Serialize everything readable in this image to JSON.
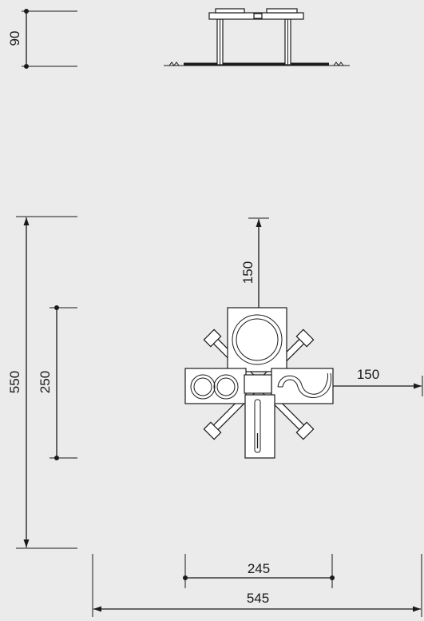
{
  "drawing": {
    "background": "#ebebeb",
    "line_color": "#1a1a1a",
    "dimensions": {
      "elevation_height": "90",
      "overall_depth": "550",
      "equipment_depth": "250",
      "top_clearance": "150",
      "right_clearance": "150",
      "equipment_width": "245",
      "overall_width": "545"
    }
  }
}
